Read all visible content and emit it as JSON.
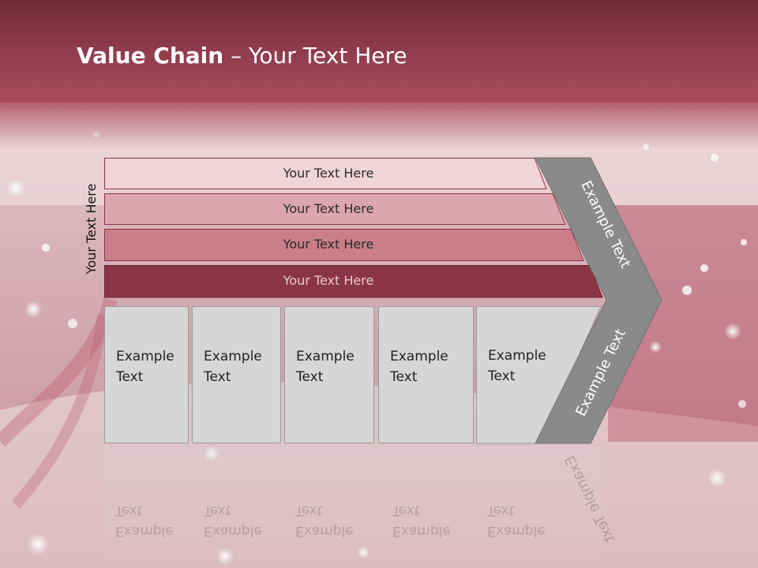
{
  "title": {
    "bold": "Value Chain",
    "rest": " – Your Text Here"
  },
  "side_label": "Your Text Here",
  "layers": [
    {
      "label": "Your Text Here"
    },
    {
      "label": "Your Text Here"
    },
    {
      "label": "Your Text Here"
    },
    {
      "label": "Your Text Here"
    }
  ],
  "activities": [
    {
      "label": "Example\nText"
    },
    {
      "label": "Example\nText"
    },
    {
      "label": "Example\nText"
    },
    {
      "label": "Example\nText"
    },
    {
      "label": "Example\nText"
    }
  ],
  "chevron": {
    "top_label": "Example Text",
    "bottom_label": "Example Text"
  },
  "colors": {
    "title_band": "#8d3a4b",
    "layer_1": "#efd5da",
    "layer_2": "#dca6b0",
    "layer_3": "#c97e8a",
    "layer_4": "#8a3546",
    "box_fill": "#d6d6d6",
    "chevron": "#8a8a8a"
  }
}
